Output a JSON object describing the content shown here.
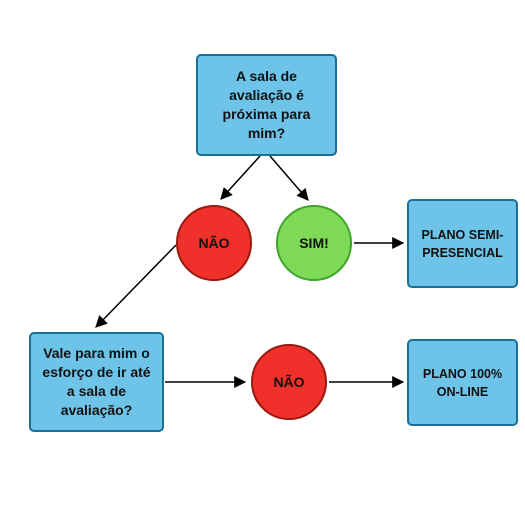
{
  "nodes": {
    "question1": "A sala de avaliação é próxima para mim?",
    "no1": "NÃO",
    "yes1": "SIM!",
    "plan_semi": "PLANO SEMI-PRESENCIAL",
    "question2": "Vale para mim o esforço de ir até a sala de avaliação?",
    "no2": "NÃO",
    "plan_online": "PLANO 100% ON-LINE"
  },
  "colors": {
    "box_fill": "#6ec3e8",
    "box_border": "#1b6f96",
    "no_fill": "#f0302a",
    "yes_fill": "#7ed957",
    "arrow": "#000000"
  }
}
